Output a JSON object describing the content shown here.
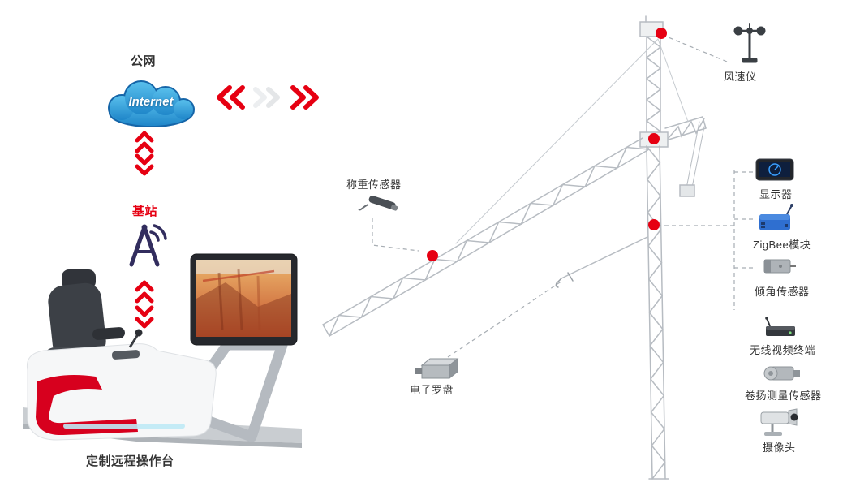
{
  "colors": {
    "accent_red": "#e60012",
    "text_dark": "#333333",
    "cloud_blue": "#2a9fd8",
    "line_grey": "#b7bcc2"
  },
  "network": {
    "public_label": "公网",
    "cloud_text": "Internet",
    "base_station_label": "基站"
  },
  "console": {
    "label": "定制远程操作台"
  },
  "crane_sensors": {
    "weight_label": "称重传感器",
    "anemometer_label": "风速仪",
    "compass_label": "电子罗盘"
  },
  "right_column": {
    "items": [
      {
        "label": "显示器",
        "icon": "display-icon"
      },
      {
        "label": "ZigBee模块",
        "icon": "zigbee-module-icon"
      },
      {
        "label": "倾角传感器",
        "icon": "tilt-sensor-icon"
      },
      {
        "label": "无线视频终端",
        "icon": "wireless-video-terminal-icon"
      },
      {
        "label": "卷扬测量传感器",
        "icon": "hoist-measure-sensor-icon"
      },
      {
        "label": "摄像头",
        "icon": "camera-icon"
      }
    ]
  }
}
